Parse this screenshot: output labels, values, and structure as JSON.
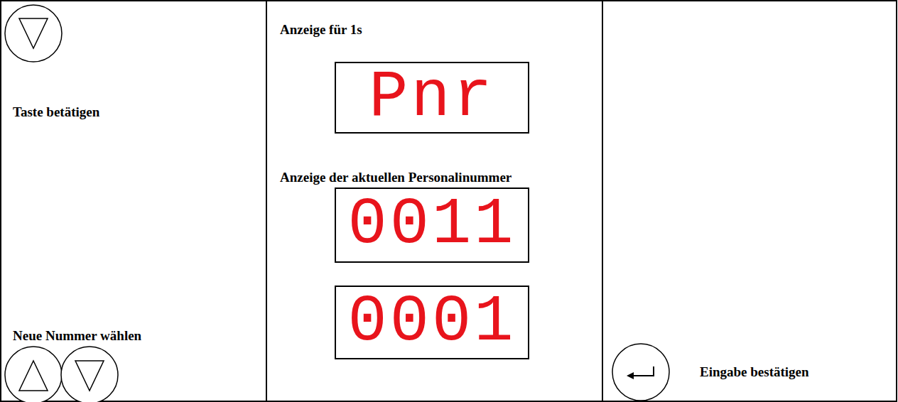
{
  "diagram": {
    "nodes": [
      {
        "text": [
          "Anzeige für 1s",
          "Pnr"
        ]
      },
      {
        "text": [
          "Anzeige der aktuellen Personalinummer",
          "0011"
        ]
      },
      {
        "text": [
          "0001"
        ]
      }
    ],
    "labels": [
      "Taste betätigen",
      "Neue Nummer wählen",
      "Eingabe bestätigen"
    ]
  }
}
